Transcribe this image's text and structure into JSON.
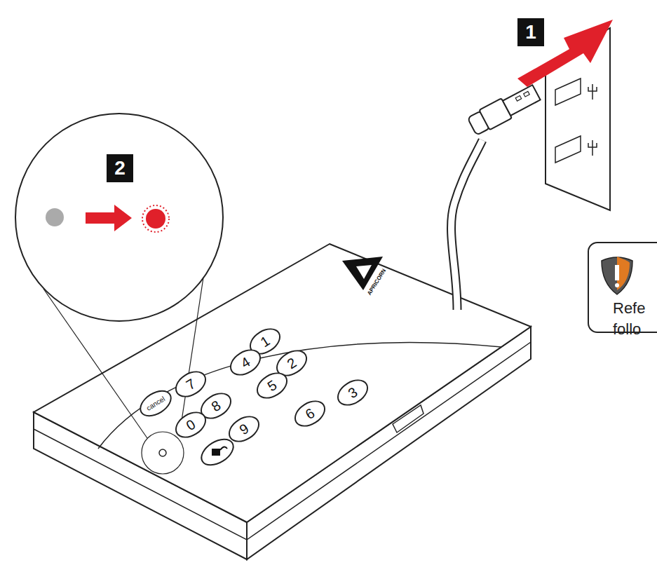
{
  "diagram": {
    "nodes": [
      {
        "text": [
          "1"
        ]
      },
      {
        "text": [
          "2"
        ]
      },
      {
        "text": [
          "Refe follo"
        ]
      },
      {
        "text": [
          "1"
        ]
      },
      {
        "text": [
          "4"
        ]
      },
      {
        "text": [
          "2"
        ]
      },
      {
        "text": [
          "7"
        ]
      },
      {
        "text": [
          "5"
        ]
      },
      {
        "text": [
          "3"
        ]
      },
      {
        "text": [
          "cancel"
        ]
      },
      {
        "text": [
          "8"
        ]
      },
      {
        "text": [
          "6"
        ]
      },
      {
        "text": [
          "0"
        ]
      },
      {
        "text": [
          "9"
        ]
      }
    ],
    "labels": [
      "APRICORN"
    ]
  }
}
